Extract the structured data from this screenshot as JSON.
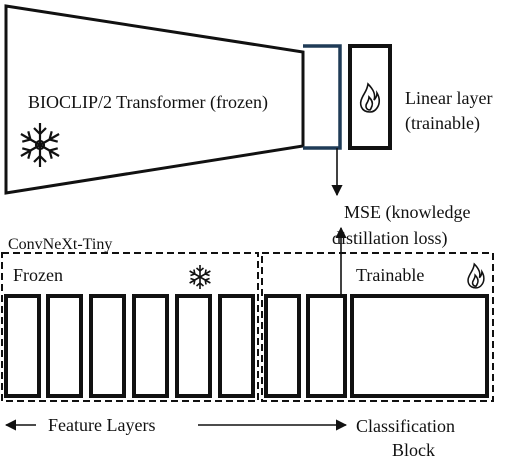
{
  "teacher": {
    "label": "BIOCLIP/2 Transformer (frozen)",
    "icon": "snowflake-icon"
  },
  "linear_layer": {
    "label_line1": "Linear layer",
    "label_line2": "(trainable)",
    "icon": "flame-icon"
  },
  "loss": {
    "line1": "MSE (knowledge",
    "line2": "distillation loss)"
  },
  "student": {
    "title": "ConvNeXt-Tiny",
    "frozen_label": "Frozen",
    "trainable_label": "Trainable",
    "frozen_icon": "snowflake-icon",
    "trainable_icon": "flame-icon"
  },
  "bottom": {
    "feature_layers": "Feature Layers",
    "classification_line1": "Classification",
    "classification_line2": "Block"
  },
  "colors": {
    "stroke": "#111111",
    "projection_accent": "#1f3b57",
    "background": "#ffffff"
  }
}
